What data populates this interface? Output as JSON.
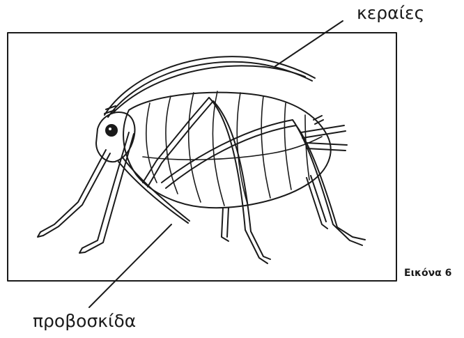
{
  "labels": {
    "antennae": "κεραίες",
    "proboscis": "προβοσκίδα",
    "caption": "Εικόνα 6"
  },
  "colors": {
    "line": "#1a1a1a",
    "background": "#ffffff"
  }
}
